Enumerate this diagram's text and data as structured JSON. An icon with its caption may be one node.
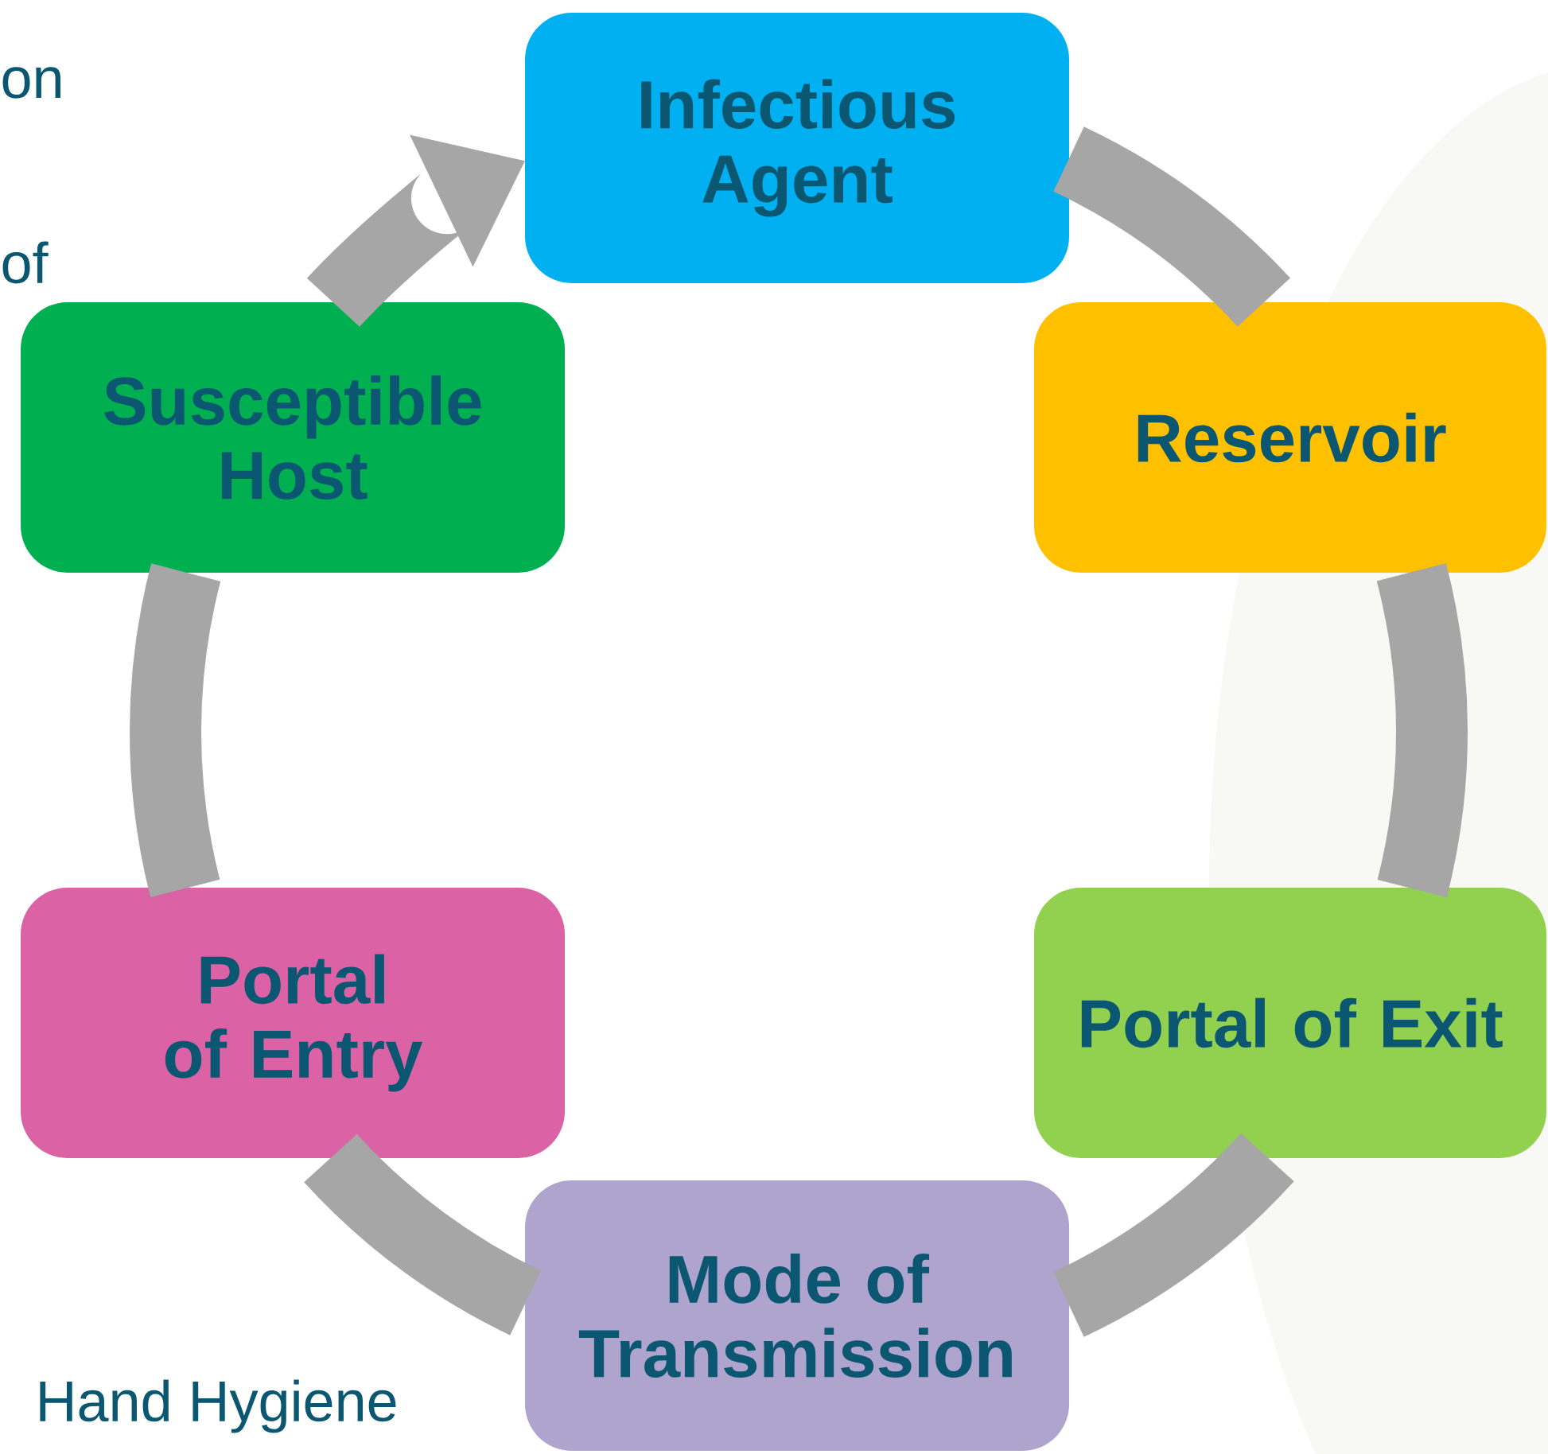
{
  "diagram": {
    "nodes": [
      {
        "text": [
          "Infectious Agent"
        ]
      },
      {
        "text": [
          "Reservoir"
        ]
      },
      {
        "text": [
          "Portal of Exit"
        ]
      },
      {
        "text": [
          "Mode of Transmission"
        ]
      },
      {
        "text": [
          "Portal of Entry"
        ]
      },
      {
        "text": [
          "Susceptible Host"
        ]
      }
    ],
    "edges": [
      {
        "from": 0,
        "to": 1,
        "arrow": "none"
      },
      {
        "from": 1,
        "to": 2,
        "arrow": "none"
      },
      {
        "from": 2,
        "to": 3,
        "arrow": "none"
      },
      {
        "from": 3,
        "to": 4,
        "arrow": "none"
      },
      {
        "from": 4,
        "to": 5,
        "arrow": "none"
      },
      {
        "from": 5,
        "to": 0,
        "arrow": "to"
      }
    ],
    "labels": [
      "on",
      "of",
      "Hand Hygiene"
    ]
  }
}
